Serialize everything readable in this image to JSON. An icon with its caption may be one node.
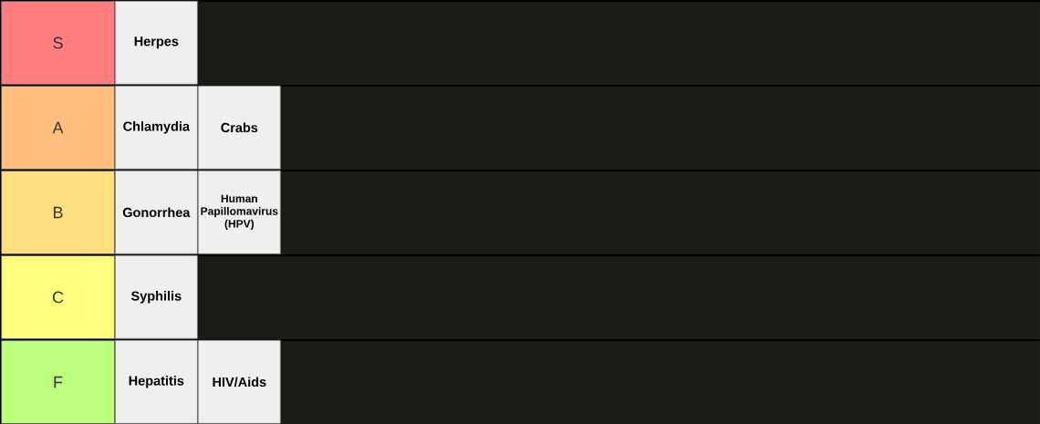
{
  "diagram": {
    "nodes": [
      {
        "text": [
          "S"
        ]
      },
      {
        "text": [
          "Herpes"
        ],
        "in": 0
      },
      {
        "text": [
          "A"
        ]
      },
      {
        "text": [
          "Chlamydia"
        ],
        "in": 2
      },
      {
        "text": [
          "Crabs"
        ],
        "in": 2
      },
      {
        "text": [
          "B"
        ]
      },
      {
        "text": [
          "Gonorrhea"
        ],
        "in": 5
      },
      {
        "text": [
          "Human Papillomavirus (HPV)"
        ],
        "in": 5
      },
      {
        "text": [
          "C"
        ]
      },
      {
        "text": [
          "Syphilis"
        ],
        "in": 8
      },
      {
        "text": [
          "F"
        ]
      },
      {
        "text": [
          "Hepatitis"
        ],
        "in": 10
      },
      {
        "text": [
          "HIV/Aids"
        ],
        "in": 10
      }
    ]
  }
}
